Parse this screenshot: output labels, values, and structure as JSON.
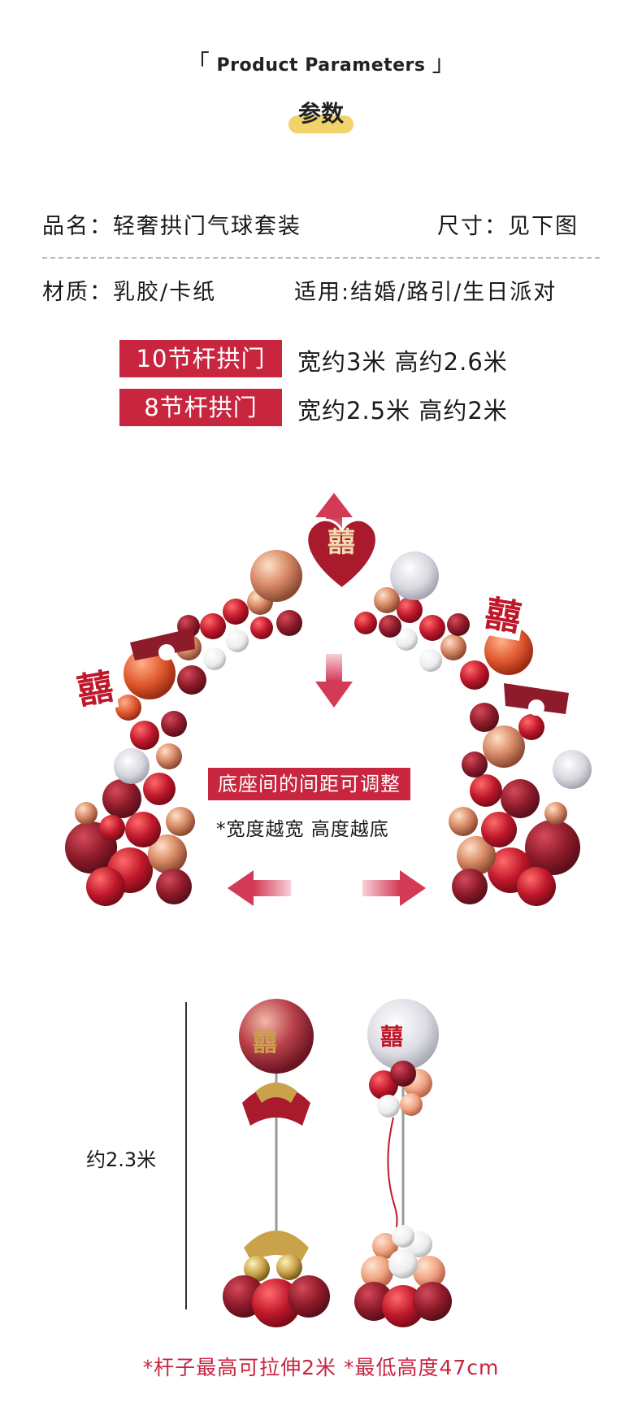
{
  "header": {
    "bracket_open": "「",
    "title_en": "Product Parameters",
    "bracket_close": "」",
    "title_cn": "参数"
  },
  "params": {
    "name": "品名：轻奢拱门气球套装",
    "size": "尺寸：见下图",
    "material": "材质：乳胶/卡纸",
    "usage": "适用:结婚/路引/生日派对"
  },
  "specs": [
    {
      "label": "10节杆拱门",
      "dims": "宽约3米 高约2.6米"
    },
    {
      "label": "8节杆拱门",
      "dims": "宽约2.5米 高约2米"
    }
  ],
  "arch_note": {
    "title": "底座间的间距可调整",
    "sub": "*宽度越宽 高度越底"
  },
  "pillar": {
    "height_label": "约2.3米"
  },
  "footer": "*杆子最高可拉伸2米  *最低高度47cm",
  "colors": {
    "accent_red": "#c8253f",
    "highlight_yellow": "#f2d36b",
    "balloon_burgundy": "#8e1b2a",
    "balloon_red": "#c0182b",
    "balloon_rose_gold": "#d88a66",
    "arrow_pink": "#d96a80"
  }
}
